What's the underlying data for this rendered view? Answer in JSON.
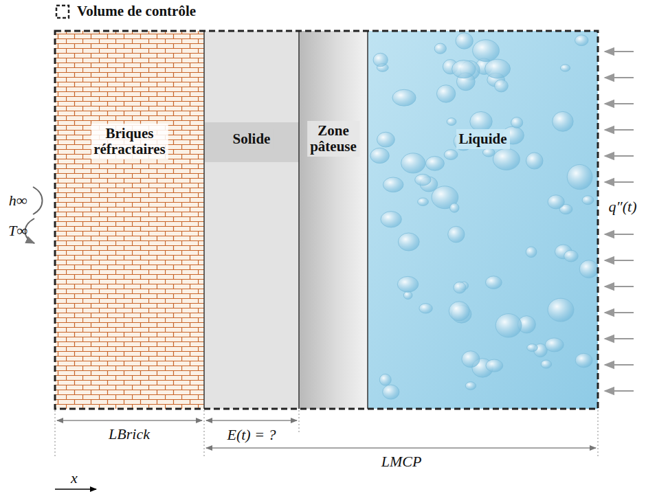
{
  "diagram": {
    "nodes": [
      {
        "text": [
          "Briques réfractaires"
        ]
      },
      {
        "text": [
          "Solide"
        ]
      },
      {
        "text": [
          "Zone pâteuse"
        ]
      },
      {
        "text": [
          "Liquide"
        ]
      }
    ],
    "edges": [],
    "labels": [
      "h∞",
      "T∞",
      "q″(t)",
      "LBrick",
      "E(t) = ?",
      "LMCP",
      "x"
    ],
    "legend": [
      {
        "text": "Volume de contrôle"
      }
    ]
  }
}
